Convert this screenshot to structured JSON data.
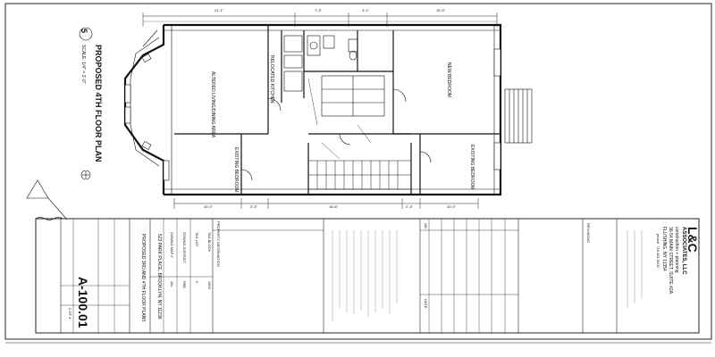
{
  "plan": {
    "number": "5",
    "title": "PROPOSED 4TH FLOOR PLAN",
    "scale": "SCALE: 1/4\" = 1'-0\"",
    "dims_top": [
      "21'-1\"",
      "7'-3\"",
      "4'-1\"",
      "15'-9\""
    ],
    "dims_bottom": [
      "10'-0\"",
      "2'-3\"",
      "16'-6\"",
      "2'-3\"",
      "10'-0\""
    ],
    "rooms": [
      {
        "id": "living",
        "text": "ALTERED LIVING/DINING AREA"
      },
      {
        "id": "kitchen",
        "text": "RELOCATED KITCHEN"
      },
      {
        "id": "bedroom-main",
        "text": "NEW BEDROOM"
      },
      {
        "id": "bedroom-front",
        "text": "EXISTING BEDROOM"
      },
      {
        "id": "bedroom-back",
        "text": "EXISTING BEDROOM"
      }
    ]
  },
  "title_block": {
    "firm_name": "L&C",
    "firm_sub": "ASSOCIATES, LLC",
    "firm_tag": "construction + planning",
    "firm_address": "36-54 MAIN STREET, SUITE #2A",
    "firm_city": "FLUSHING, NY 11354",
    "firm_phone": "phone: 718.461.5000",
    "property_header": "PROPERTY INFORMATION",
    "property_rows": [
      {
        "k": "TAX BLOCK",
        "v": "1904"
      },
      {
        "k": "TAX LOT",
        "v": "2"
      },
      {
        "k": "ZONING DISTRICT",
        "v": "R6B"
      },
      {
        "k": "ZONING MAP #",
        "v": "16c"
      }
    ],
    "project_label": "PROPOSED 3RD AND 4TH FLOOR PLANS",
    "address": "523 PARK PLACE, BROOKLYN, NY 11238",
    "drawing_no": "A-100.01",
    "sheet_of": "2 OF 4",
    "rev_header": "REVISIONS",
    "no_label": "NO.",
    "date_label": "DATE"
  }
}
